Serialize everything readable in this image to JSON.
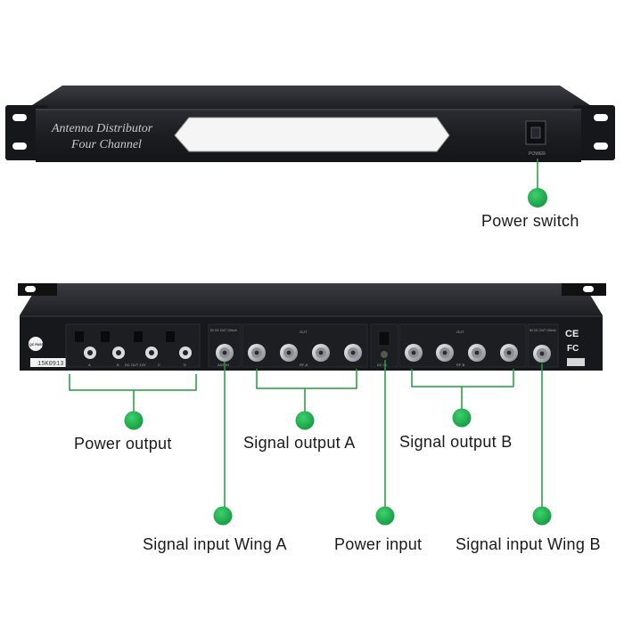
{
  "front_panel": {
    "brand_line1": "Antenna Distributor",
    "brand_line2": "Four Channel",
    "power_label": "POWER"
  },
  "rear_panel": {
    "qc_badge": "QC PASS",
    "serial": "15K0913",
    "port_labels": [
      "A",
      "B",
      "DC OUT 12V",
      "C",
      "D"
    ],
    "dc_out_label": "8V DC OUT 100mA",
    "ant_in_label": "ANT IN",
    "out_label": "OUT",
    "rf_a_label": "RF-A",
    "rf_b_label": "RF-B",
    "dc_in_label": "DC IN",
    "ce_mark": "CE",
    "fcc_mark": "FC"
  },
  "callouts": {
    "power_switch": "Power switch",
    "power_output": "Power output",
    "signal_output_a": "Signal output A",
    "signal_output_b": "Signal output B",
    "signal_input_wing_a": "Signal input Wing A",
    "power_input": "Power input",
    "signal_input_wing_b": "Signal input Wing B"
  },
  "colors": {
    "callout_green": "#17a34a",
    "line_green": "#1f9e3a",
    "chassis": "#1b1c20",
    "chassis_top": "#2a2c31",
    "ears": "#111215",
    "screen": "#f4f4f4",
    "bnc_silver": "#c9ccd1"
  }
}
